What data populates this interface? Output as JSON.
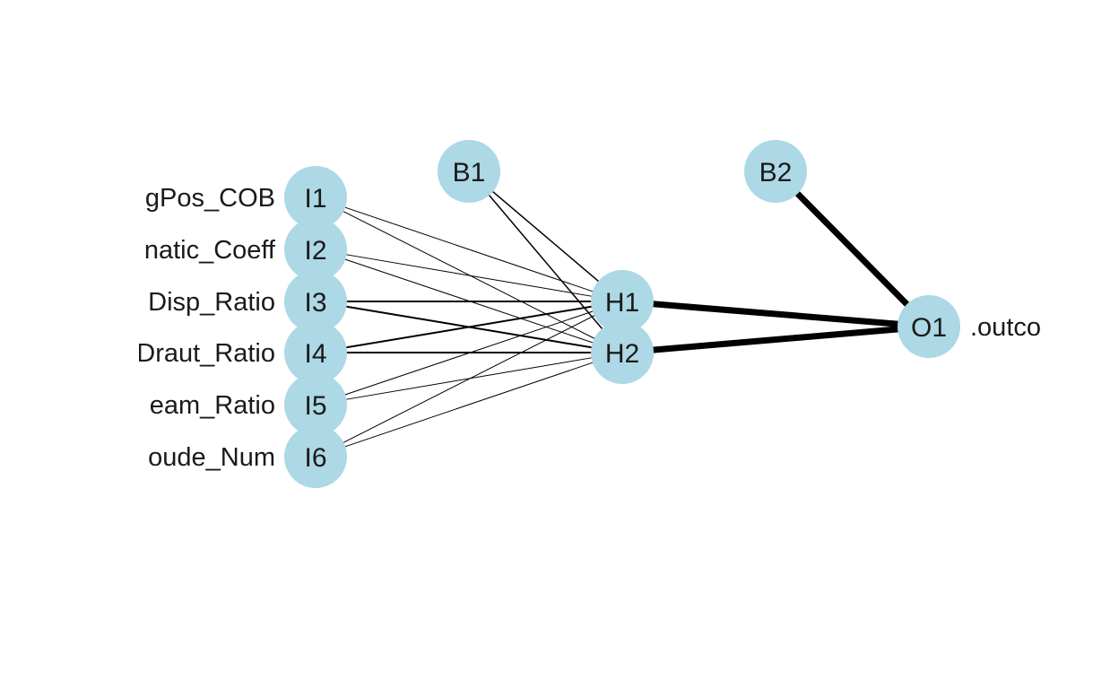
{
  "diagram": {
    "node_color": "#add8e6",
    "edge_color": "#000000",
    "background": "#ffffff",
    "input_layer": {
      "nodes": [
        "I1",
        "I2",
        "I3",
        "I4",
        "I5",
        "I6"
      ],
      "variable_labels": [
        "gPos_COB",
        "natic_Coeff",
        "Disp_Ratio",
        "Draut_Ratio",
        "eam_Ratio",
        "oude_Num"
      ]
    },
    "hidden_layer": {
      "nodes": [
        "H1",
        "H2"
      ]
    },
    "output_layer": {
      "nodes": [
        "O1"
      ],
      "variable_labels": [
        ".outco"
      ]
    },
    "bias_nodes": [
      "B1",
      "B2"
    ],
    "connections": [
      {
        "from": "I1",
        "to": "H1",
        "weight": 1
      },
      {
        "from": "I1",
        "to": "H2",
        "weight": 1
      },
      {
        "from": "I2",
        "to": "H1",
        "weight": 1
      },
      {
        "from": "I2",
        "to": "H2",
        "weight": 1
      },
      {
        "from": "I3",
        "to": "H1",
        "weight": 2
      },
      {
        "from": "I3",
        "to": "H2",
        "weight": 2
      },
      {
        "from": "I4",
        "to": "H1",
        "weight": 2
      },
      {
        "from": "I4",
        "to": "H2",
        "weight": 2
      },
      {
        "from": "I5",
        "to": "H1",
        "weight": 1
      },
      {
        "from": "I5",
        "to": "H2",
        "weight": 1
      },
      {
        "from": "I6",
        "to": "H1",
        "weight": 1
      },
      {
        "from": "I6",
        "to": "H2",
        "weight": 1
      },
      {
        "from": "B1",
        "to": "H1",
        "weight": 1.5
      },
      {
        "from": "B1",
        "to": "H2",
        "weight": 1.5
      },
      {
        "from": "H1",
        "to": "O1",
        "weight": 7
      },
      {
        "from": "H2",
        "to": "O1",
        "weight": 7
      },
      {
        "from": "B2",
        "to": "O1",
        "weight": 7
      }
    ]
  }
}
